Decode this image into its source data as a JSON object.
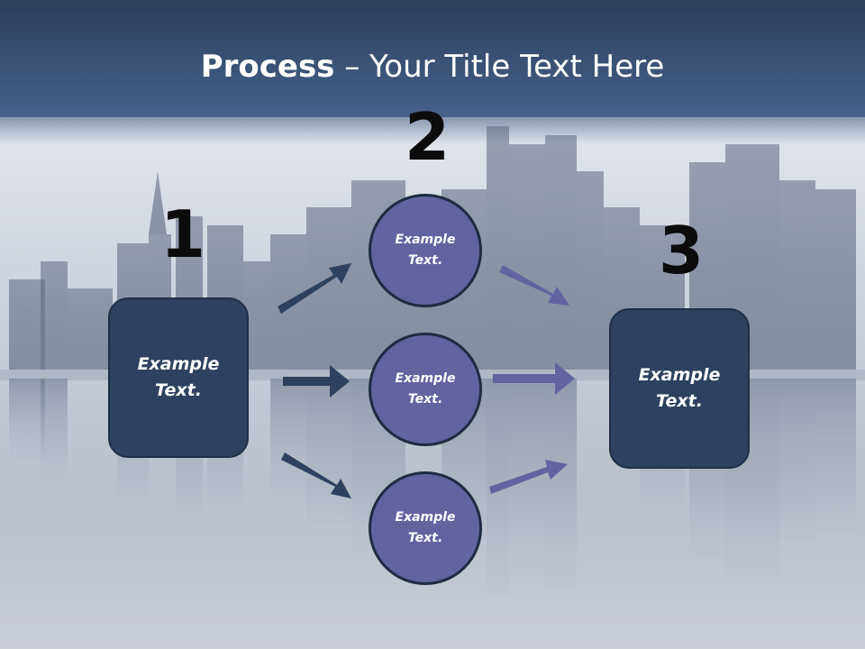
{
  "title": {
    "bold": "Process",
    "rest": " – Your Title Text Here"
  },
  "steps": [
    {
      "number": "1",
      "text": "Example Text."
    },
    {
      "number": "2",
      "text": "Example Text."
    },
    {
      "number": "3",
      "text": "Example Text."
    }
  ],
  "circles": [
    {
      "text": "Example Text."
    },
    {
      "text": "Example Text."
    },
    {
      "text": "Example Text."
    }
  ],
  "colors": {
    "header": "#3a5478",
    "box_fill": "#2d4160",
    "circle_fill": "#6363a0",
    "arrow_dark": "#2d4160",
    "arrow_purple": "#6363a0"
  }
}
